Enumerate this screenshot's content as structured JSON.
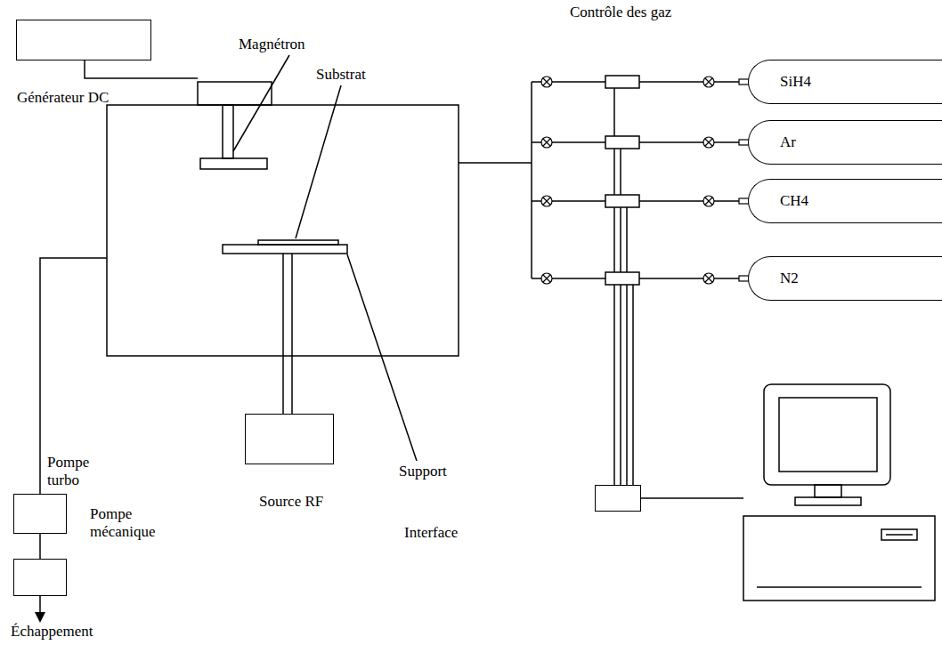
{
  "diagram": {
    "nodes": [
      {
        "text": [
          "Générateur DC"
        ]
      },
      {
        "text": [
          "Pompe turbo"
        ]
      },
      {
        "text": [
          "Pompe mécanique"
        ]
      },
      {
        "text": [
          "Source RF"
        ]
      },
      {
        "text": [
          "Interface"
        ]
      },
      {
        "text": [
          "SiH4"
        ]
      },
      {
        "text": [
          "Ar"
        ]
      },
      {
        "text": [
          "CH4"
        ]
      },
      {
        "text": [
          "N2"
        ]
      }
    ],
    "edges": [
      {
        "from": 1,
        "to": 2,
        "arrow": "none"
      }
    ],
    "labels": [
      "Contrôle des gaz",
      "Magnétron",
      "Substrat",
      "Support",
      "Échappement"
    ]
  }
}
